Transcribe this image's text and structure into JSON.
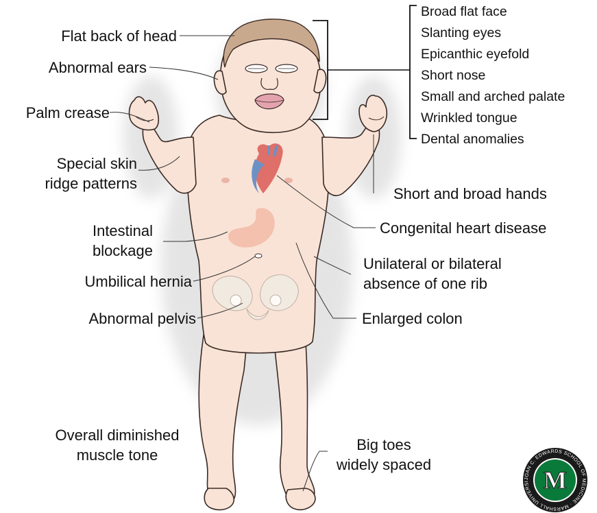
{
  "labels_left": {
    "flat_back_of_head": "Flat back of head",
    "abnormal_ears": "Abnormal ears",
    "palm_crease": "Palm crease",
    "special_skin_ridge": [
      "Special skin",
      "ridge patterns"
    ],
    "intestinal_blockage": [
      "Intestinal",
      "blockage"
    ],
    "umbilical_hernia": "Umbilical hernia",
    "abnormal_pelvis": "Abnormal pelvis",
    "muscle_tone": [
      "Overall diminished",
      "muscle tone"
    ]
  },
  "facial_features": [
    "Broad flat face",
    "Slanting eyes",
    "Epicanthic eyefold",
    "Short nose",
    "Small and arched palate",
    "Wrinkled tongue",
    "Dental anomalies"
  ],
  "labels_right": {
    "short_broad_hands": "Short and broad hands",
    "congenital_heart": "Congenital heart disease",
    "absence_rib": [
      "Unilateral or bilateral",
      "absence of one rib"
    ],
    "enlarged_colon": "Enlarged colon",
    "big_toes": [
      "Big toes",
      "widely spaced"
    ]
  },
  "logo": {
    "letter": "M",
    "ring_text": "JOAN C. EDWARDS SCHOOL OF MEDICINE · MARSHALL UNIVERSITY ·",
    "colors": {
      "green": "#0a7a3a",
      "black": "#1a1a1a"
    }
  },
  "colors": {
    "skin": "#f9e3d6",
    "skin_outline": "#3a2a25",
    "hair": "#c9a98e",
    "lips": "#e3a3ae",
    "stomach": "#f3b8a5",
    "heart_red": "#d9534f",
    "heart_blue": "#4a7fc1",
    "bone": "#f0ece4",
    "leader": "#333333"
  }
}
